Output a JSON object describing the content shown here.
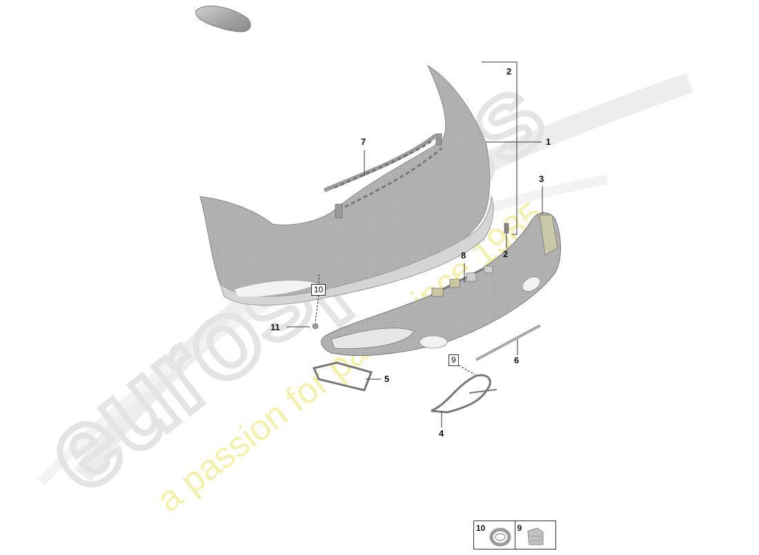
{
  "diagram": {
    "type": "exploded parts diagram",
    "subject": "front bumper assembly",
    "colors": {
      "part_fill": "#b8b8b8",
      "part_dark": "#8e8e8e",
      "line": "#333333",
      "watermark_gray": "#e4e4e4",
      "watermark_yellow": "#f4f2a8"
    }
  },
  "watermark": {
    "brand": "eurospares",
    "tagline": "a passion for parts since 1985"
  },
  "callouts": [
    {
      "id": "1",
      "label": "1",
      "boxed": false
    },
    {
      "id": "2a",
      "label": "2",
      "boxed": false
    },
    {
      "id": "2b",
      "label": "2",
      "boxed": false
    },
    {
      "id": "3",
      "label": "3",
      "boxed": false
    },
    {
      "id": "4",
      "label": "4",
      "boxed": false
    },
    {
      "id": "5",
      "label": "5",
      "boxed": false
    },
    {
      "id": "6",
      "label": "6",
      "boxed": false
    },
    {
      "id": "7",
      "label": "7",
      "boxed": false
    },
    {
      "id": "8",
      "label": "8",
      "boxed": false
    },
    {
      "id": "9",
      "label": "9",
      "boxed": true
    },
    {
      "id": "10",
      "label": "10",
      "boxed": true
    },
    {
      "id": "11",
      "label": "11",
      "boxed": false
    }
  ],
  "legend": {
    "items": [
      {
        "label": "10",
        "icon": "ring-grommet-icon"
      },
      {
        "label": "9",
        "icon": "clip-bracket-icon"
      }
    ]
  }
}
